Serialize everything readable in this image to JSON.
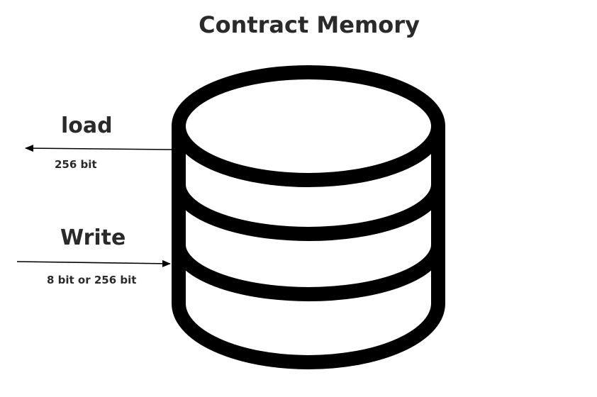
{
  "title": "Contract Memory",
  "load": {
    "label": "load",
    "bits": "256 bit"
  },
  "write": {
    "label": "Write",
    "bits": "8 bit or 256 bit"
  },
  "colors": {
    "ink": "#000000",
    "text": "#2a2a2a",
    "background": "#ffffff"
  },
  "icons": {
    "storage": "database-icon"
  }
}
